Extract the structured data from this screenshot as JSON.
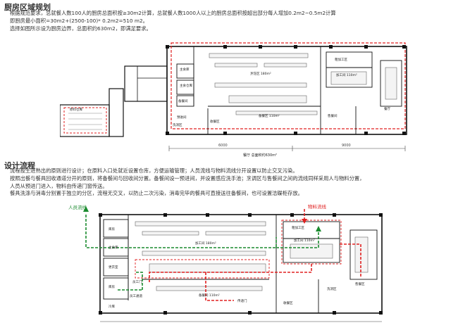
{
  "section1": {
    "title": "厨房区域规划",
    "lines": [
      "根据规范要求，总就餐人数100人的厨房总面积按≥30m2计算，总就餐人数1000人以上的厨房总面积按超出部分每人增加0.2m2~0.5m2计算",
      "即厨房最小面积=30m2+(2500-100)* 0.2m2=510 m2。",
      "选择如图所示设为厨房边界，总面积约630m2，即满足要求。"
    ]
  },
  "section2": {
    "title": "设计流程",
    "lines": [
      "流程按生进熟出的原则进行设计；在原料入口处就近设置仓库，方便运输管理；人员流线与物料流线分开设置以防止交叉污染。",
      "按照出餐与餐具回收通道分开的原则，将备餐间与回收间分置。备餐间设一预进间，并设置感应洗手池；烹调区与售餐间之间的流线同样采用人与物料分置，",
      "人员从预进门进入，物料由传递门窗传送。",
      "餐具洗涤与消毒分别置于独立的分区，流程无交叉，以防止二次污染，消毒完毕的餐具可直接送往备餐间，也可设置洁碟柜存放。"
    ]
  },
  "plan_top": {
    "rooms": [
      "原料仓库",
      "主食库",
      "主食仓库",
      "备餐间",
      "预进间",
      "洗消区",
      "收餐区",
      "烹饪区 180m²",
      "备餐区 110m²",
      "粗加工区",
      "加工间 110m²",
      "售餐间",
      "餐厅"
    ],
    "caption": "餐厅 总面积约630m²",
    "dim_left": "6000",
    "dim_right": "9000"
  },
  "plan_bottom": {
    "legend_people": "人员流线",
    "legend_material": "物料流线",
    "rooms": [
      "库房",
      "主食库",
      "更衣室",
      "库房",
      "员工通道",
      "冷库",
      "加工间 180m²",
      "备餐间 110m²",
      "粗加工区",
      "加工间 110m²",
      "洗消区",
      "售餐区",
      "收餐区",
      "员工门",
      "传递门"
    ]
  },
  "colors": {
    "people_flow": "#1a8a2e",
    "material_flow": "#e02020",
    "boundary": "#e02020",
    "wall": "#111111"
  }
}
